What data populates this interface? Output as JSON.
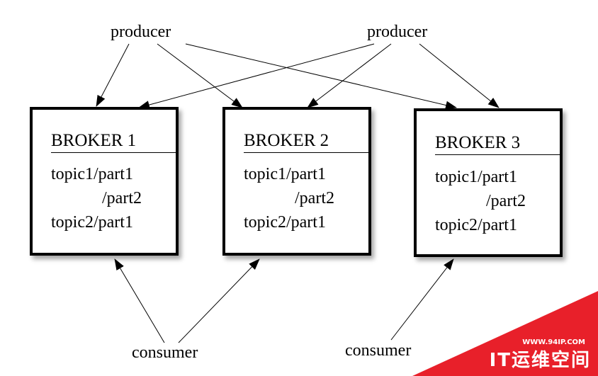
{
  "producers": [
    "producer",
    "producer"
  ],
  "brokers": [
    {
      "name": "BROKER 1",
      "topics": [
        "topic1/part1",
        "/part2",
        "topic2/part1"
      ]
    },
    {
      "name": "BROKER 2",
      "topics": [
        "topic1/part1",
        "/part2",
        "topic2/part1"
      ]
    },
    {
      "name": "BROKER 3",
      "topics": [
        "topic1/part1",
        "/part2",
        "topic2/part1"
      ]
    }
  ],
  "consumers": [
    "consumer",
    "consumer"
  ],
  "watermark": {
    "url": "WWW.94IP.COM",
    "name": "IT运维空间",
    "color": "#e8202a"
  }
}
